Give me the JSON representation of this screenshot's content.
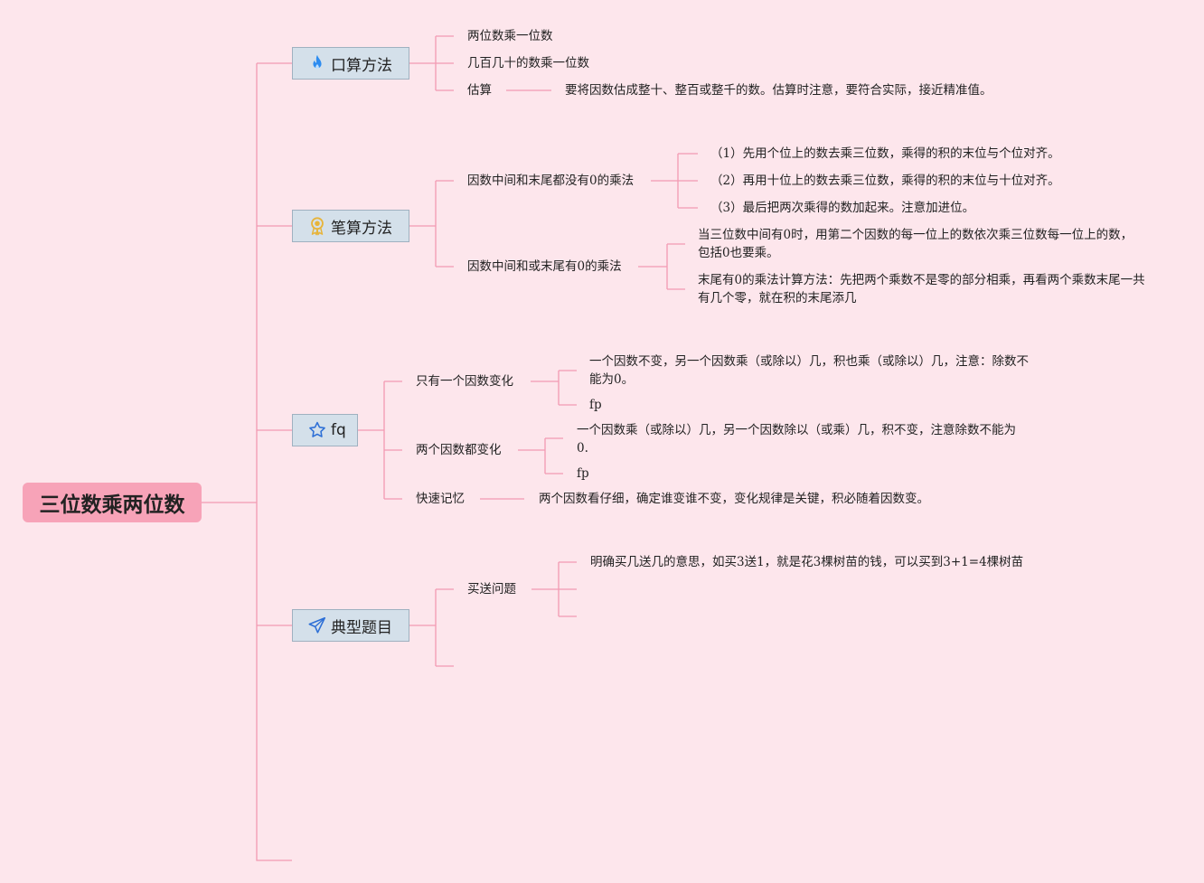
{
  "root": {
    "label": "三位数乘两位数"
  },
  "branches": {
    "oral": {
      "label": "口算方法",
      "icon": "flame-icon",
      "items": {
        "a": "两位数乘一位数",
        "b": "几百几十的数乘一位数",
        "c": "估算",
        "c_note": "要将因数估成整十、整百或整千的数。估算时注意，要符合实际，接近精准值。"
      }
    },
    "written": {
      "label": "笔算方法",
      "icon": "award-ribbon-icon",
      "no_zero": {
        "label": "因数中间和末尾都没有0的乘法",
        "steps": [
          "（1）先用个位上的数去乘三位数，乘得的积的末位与个位对齐。",
          "（2）再用十位上的数去乘三位数，乘得的积的末位与十位对齐。",
          "（3）最后把两次乘得的数加起来。注意加进位。"
        ]
      },
      "with_zero": {
        "label": "因数中间和或末尾有0的乘法",
        "notes": [
          "当三位数中间有0时，用第二个因数的每一位上的数依次乘三位数每一位上的数，包括0也要乘。",
          "末尾有0的乘法计算方法：先把两个乘数不是零的部分相乘，再看两个乘数末尾一共有几个零，就在积的末尾添几"
        ]
      }
    },
    "fq": {
      "label": "fq",
      "icon": "star-icon",
      "one_factor": {
        "label": "只有一个因数变化",
        "note": "一个因数不变，另一个因数乘（或除以）几，积也乘（或除以）几，注意：除数不能为0。",
        "extra": "fp"
      },
      "two_factors": {
        "label": "两个因数都变化",
        "note": "一个因数乘（或除以）几，另一个因数除以（或乘）几，积不变，注意除数不能为0.",
        "extra": "fp"
      },
      "memory": {
        "label": "快速记忆",
        "note": "两个因数看仔细，确定谁变谁不变，变化规律是关键，积必随着因数变。"
      }
    },
    "typical": {
      "label": "典型题目",
      "icon": "paper-plane-icon",
      "buy_gift": {
        "label": "买送问题",
        "note": "明确买几送几的意思，如买3送1，就是花3棵树苗的钱，可以买到3+1=4棵树苗"
      }
    }
  },
  "colors": {
    "background": "#fde6ec",
    "root_fill": "#f7a3b8",
    "branch_fill": "#d4e0ea",
    "branch_border": "#9fb1c0",
    "connector": "#f29ab2",
    "flame": "#2d8cf0",
    "award": "#e7b43a",
    "star": "#2d6fd6",
    "plane": "#2d6fd6"
  }
}
